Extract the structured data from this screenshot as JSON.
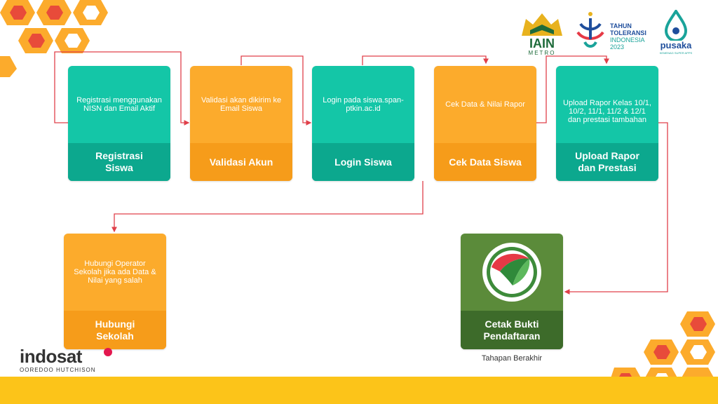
{
  "steps": [
    {
      "title": "Registrasi\nSiswa",
      "desc": "Registrasi menggunakan NISN dan Email Aktif"
    },
    {
      "title": "Validasi Akun",
      "desc": "Validasi akan dikirim ke Email Siswa"
    },
    {
      "title": "Login Siswa",
      "desc": "Login pada siswa.span-ptkin.ac.id"
    },
    {
      "title": "Cek Data Siswa",
      "desc": "Cek Data & Nilai Rapor"
    },
    {
      "title": "Upload Rapor\ndan Prestasi",
      "desc": "Upload Rapor Kelas 10/1, 10/2, 11/1, 11/2 & 12/1 dan prestasi tambahan"
    }
  ],
  "contact": {
    "title": "Hubungi\nSekolah",
    "desc": "Hubungi Operator Sekolah jika ada Data & Nilai yang salah"
  },
  "final": {
    "title": "Cetak Bukti\nPendaftaran",
    "caption": "Tahapan Berakhir"
  },
  "logos": {
    "iain": {
      "main": "IAIN",
      "sub": "METRO"
    },
    "toleransi": {
      "line1": "TAHUN",
      "line2": "TOLERANSI",
      "line3": "INDONESIA",
      "line4": "2023"
    },
    "pusaka": {
      "name": "pusaka",
      "tagline": "KEMENAG SUPER APPS"
    },
    "indosat": {
      "name": "indosat",
      "sub": "OOREDOO HUTCHISON"
    }
  },
  "colors": {
    "teal": "#14c6a7",
    "orange": "#fcab2c",
    "green": "#3d6b2a",
    "connector": "#e0404a",
    "footer": "#fcc419"
  }
}
